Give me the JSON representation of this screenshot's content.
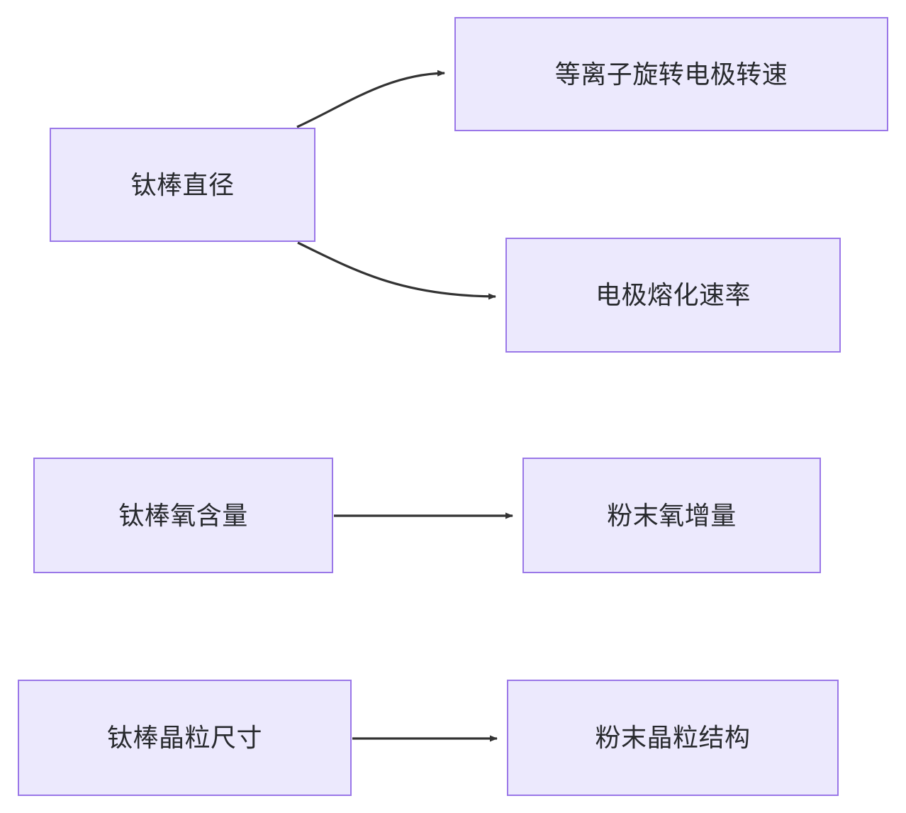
{
  "diagram": {
    "type": "flowchart",
    "direction": "left-to-right",
    "background_color": "#ffffff",
    "node_fill_color": "#ece9fd",
    "node_border_color": "#9a77e8",
    "node_text_color": "#282a2e",
    "edge_color": "#333333",
    "nodes": [
      {
        "id": "ti-rod-diameter",
        "label": "钛棒直径"
      },
      {
        "id": "plasma-electrode-rpm",
        "label": "等离子旋转电极转速"
      },
      {
        "id": "electrode-melt-rate",
        "label": "电极熔化速率"
      },
      {
        "id": "ti-rod-oxygen",
        "label": "钛棒氧含量"
      },
      {
        "id": "powder-oxygen-gain",
        "label": "粉末氧增量"
      },
      {
        "id": "ti-rod-grain-size",
        "label": "钛棒晶粒尺寸"
      },
      {
        "id": "powder-grain-struct",
        "label": "粉末晶粒结构"
      }
    ],
    "edges": [
      {
        "id": "edge-diameter-to-rpm",
        "from": "钛棒直径",
        "to": "等离子旋转电极转速",
        "style": "curved",
        "arrowhead": "filled-triangle"
      },
      {
        "id": "edge-diameter-to-melt-rate",
        "from": "钛棒直径",
        "to": "电极熔化速率",
        "style": "curved",
        "arrowhead": "filled-triangle"
      },
      {
        "id": "edge-oxygen-to-powder",
        "from": "钛棒氧含量",
        "to": "粉末氧增量",
        "style": "straight",
        "arrowhead": "filled-triangle"
      },
      {
        "id": "edge-grain-to-powder-grain",
        "from": "钛棒晶粒尺寸",
        "to": "粉末晶粒结构",
        "style": "straight",
        "arrowhead": "filled-triangle"
      }
    ]
  }
}
